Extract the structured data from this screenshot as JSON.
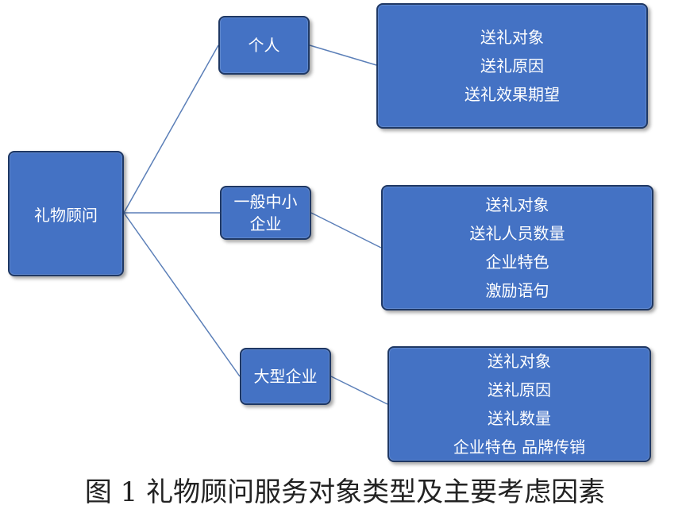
{
  "root": {
    "label": "礼物顾问"
  },
  "categories": [
    {
      "lines": [
        "个人"
      ],
      "details": [
        "送礼对象",
        "送礼原因",
        "送礼效果期望"
      ]
    },
    {
      "lines": [
        "一般中小",
        "企业"
      ],
      "details": [
        "送礼对象",
        "送礼人员数量",
        "企业特色",
        "激励语句"
      ]
    },
    {
      "lines": [
        "大型企业"
      ],
      "details": [
        "送礼对象",
        "送礼原因",
        "送礼数量",
        "企业特色 品牌传销"
      ]
    }
  ],
  "caption": "图 1 礼物顾问服务对象类型及主要考虑因素",
  "colors": {
    "box_fill": "#4472c4",
    "box_border": "#1f3864",
    "connector": "#5b7fb8",
    "text": "#ffffff"
  }
}
